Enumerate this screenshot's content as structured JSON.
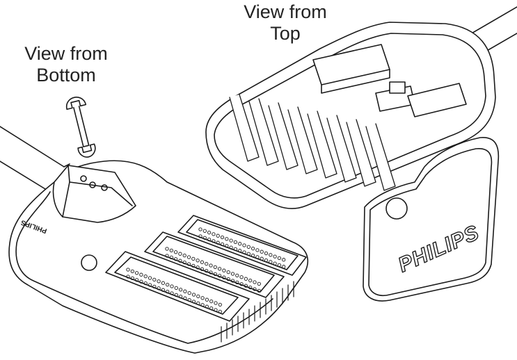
{
  "labels": {
    "bottom_view_line1": "View from",
    "bottom_view_line2": "Bottom",
    "top_view_line1": "View from",
    "top_view_line2": "Top"
  },
  "brand": {
    "cover_logo": "PHILIPS",
    "housing_logo": "PHILIPS"
  },
  "icons": {
    "tool": "wrench-icon"
  },
  "colors": {
    "line": "#1a1a1a",
    "background": "#ffffff"
  }
}
